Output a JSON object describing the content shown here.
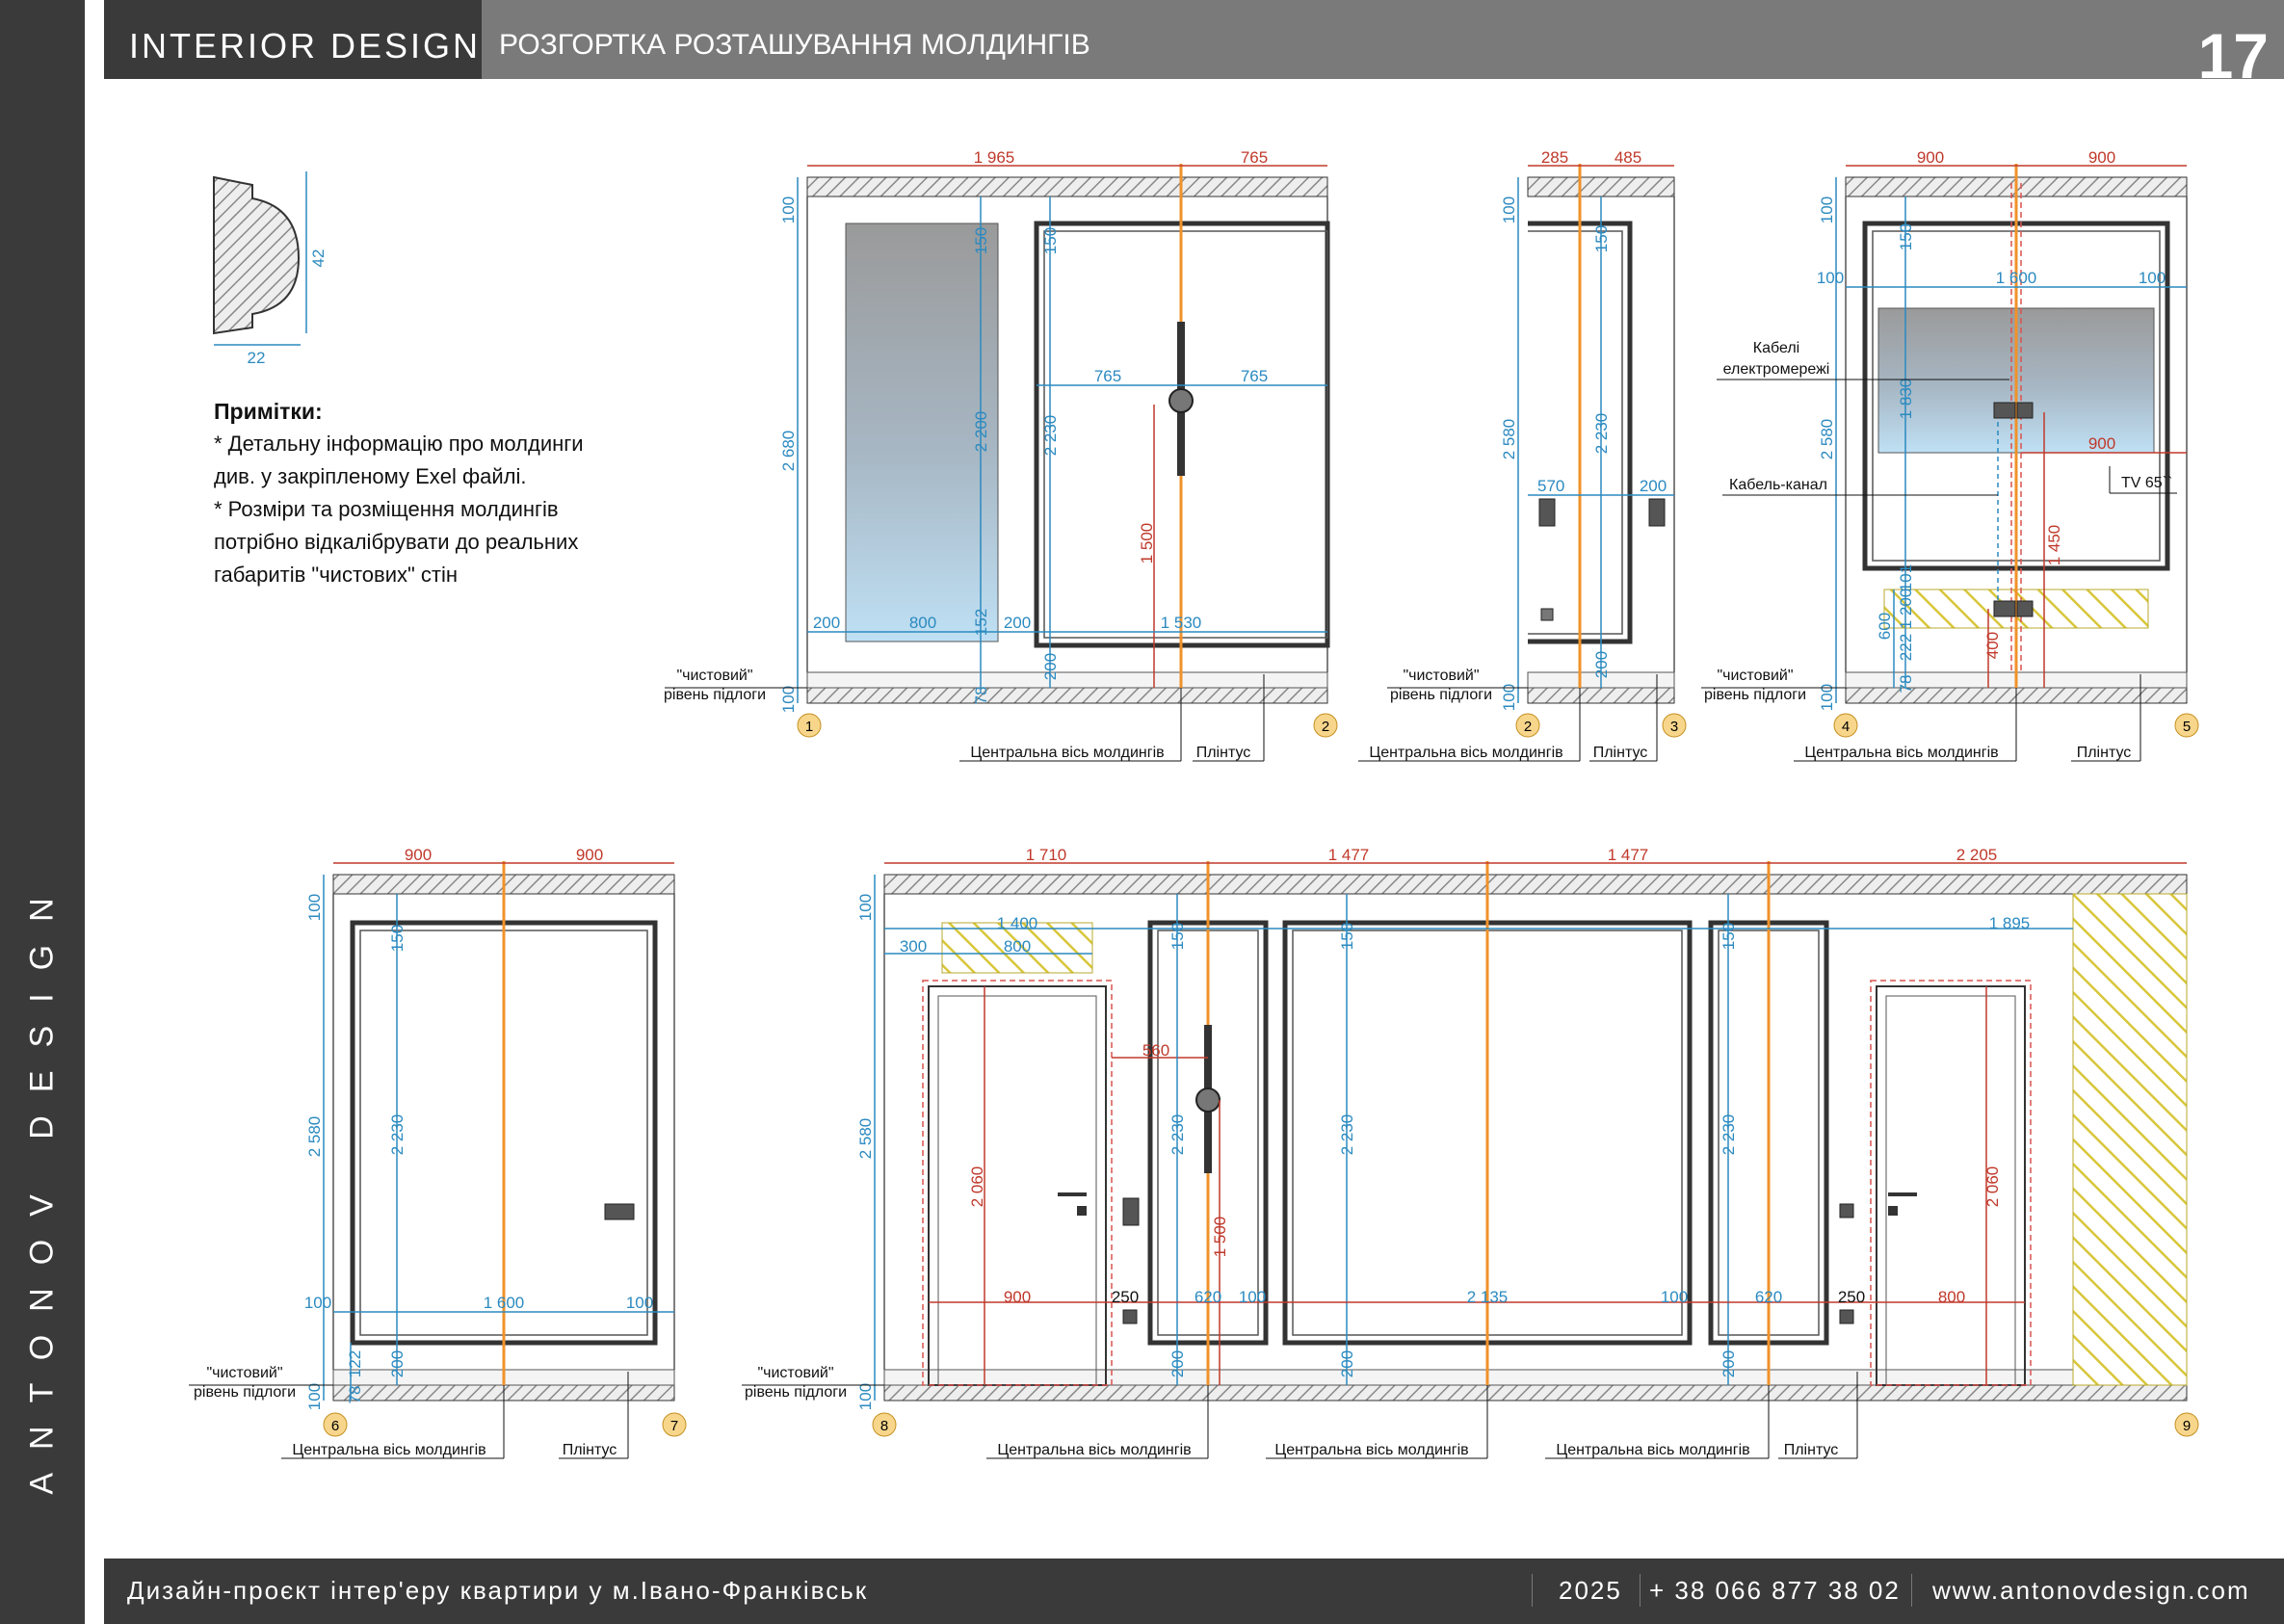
{
  "header": {
    "brand_left": "INTERIOR  DESIGN",
    "title": "РОЗГОРТКА РОЗТАШУВАННЯ МОЛДИНГІВ",
    "page_number": "17"
  },
  "sidebar": {
    "brand": "ANTONOV DESIGN"
  },
  "footer": {
    "project": "Дизайн-проєкт інтер'еру квартири у м.Івано-Франківськ",
    "year": "2025",
    "phone": "+ 38 066 877 38 02",
    "website": "www.antonovdesign.com"
  },
  "notes": {
    "title": "Примітки:",
    "line1": "* Детальну інформацію про молдинги",
    "line2": "див. у закріпленому Exel файлі.",
    "line3": "* Розміри та розміщення молдингів",
    "line4": "потрібно відкалібрувати до реальних",
    "line5": "габаритів \"чистових\" стін"
  },
  "profile": {
    "height": "42",
    "width": "22"
  },
  "labels": {
    "floor1": "\"чистовий\"",
    "floor2": "рівень підлоги",
    "axis": "Центральна вісь молдингів",
    "plinth": "Плінтус",
    "cables1": "Кабелі",
    "cables2": "електромережі",
    "cable_channel": "Кабель-канал",
    "tv": "TV 65``"
  },
  "nodes": [
    "1",
    "2",
    "2",
    "3",
    "4",
    "5",
    "6",
    "7",
    "8",
    "9"
  ],
  "dims": {
    "e1": {
      "w1": "1 965",
      "w2": "765",
      "h100": "100",
      "h2680": "2 680",
      "h150a": "150",
      "h150b": "150",
      "h2200": "2 200",
      "h2230": "2 230",
      "d765a": "765",
      "d765b": "765",
      "h1500": "1 500",
      "d200": "200",
      "d800": "800",
      "d152": "152",
      "d200b": "200",
      "d1530": "1 530",
      "h200": "200",
      "h78": "78",
      "h100b": "100"
    },
    "e2": {
      "w285": "285",
      "w485": "485",
      "h100": "100",
      "h2580": "2 580",
      "h150": "150",
      "h2230": "2 230",
      "d570": "570",
      "d200": "200",
      "h100b": "100",
      "h200": "200"
    },
    "e3": {
      "w900a": "900",
      "w900b": "900",
      "h100": "100",
      "h150": "150",
      "d100a": "100",
      "d1600": "1 600",
      "d100b": "100",
      "h2580": "2 580",
      "h1830": "1 830",
      "d900": "900",
      "h1450": "1 450",
      "h600": "600",
      "h1200": "1 200",
      "h101": "101",
      "h222": "222",
      "h78": "78",
      "h400": "400",
      "h100b": "100"
    },
    "e4": {
      "w900a": "900",
      "w900b": "900",
      "h100": "100",
      "h150": "150",
      "h2580": "2 580",
      "h2230": "2 230",
      "d100a": "100",
      "d1600": "1 600",
      "d100b": "100",
      "h122": "122",
      "h200": "200",
      "h78": "78",
      "h100b": "100"
    },
    "e5": {
      "w1710": "1 710",
      "w1477a": "1 477",
      "w1477b": "1 477",
      "w2205": "2 205",
      "h100": "100",
      "d1400": "1 400",
      "d1895": "1 895",
      "d300": "300",
      "d800": "800",
      "h2580": "2 580",
      "h2060a": "2 060",
      "d560": "560",
      "h150a": "150",
      "h150b": "150",
      "h150c": "150",
      "h2230a": "2 230",
      "h2230b": "2 230",
      "h2230c": "2 230",
      "h1500": "1 500",
      "h2060b": "2 060",
      "d900": "900",
      "d250a": "250",
      "d620a": "620",
      "d100a": "100",
      "d2135": "2 135",
      "d100b": "100",
      "d620b": "620",
      "d250b": "250",
      "d800b": "800",
      "h200a": "200",
      "h200b": "200",
      "h200c": "200",
      "h100b": "100"
    }
  }
}
